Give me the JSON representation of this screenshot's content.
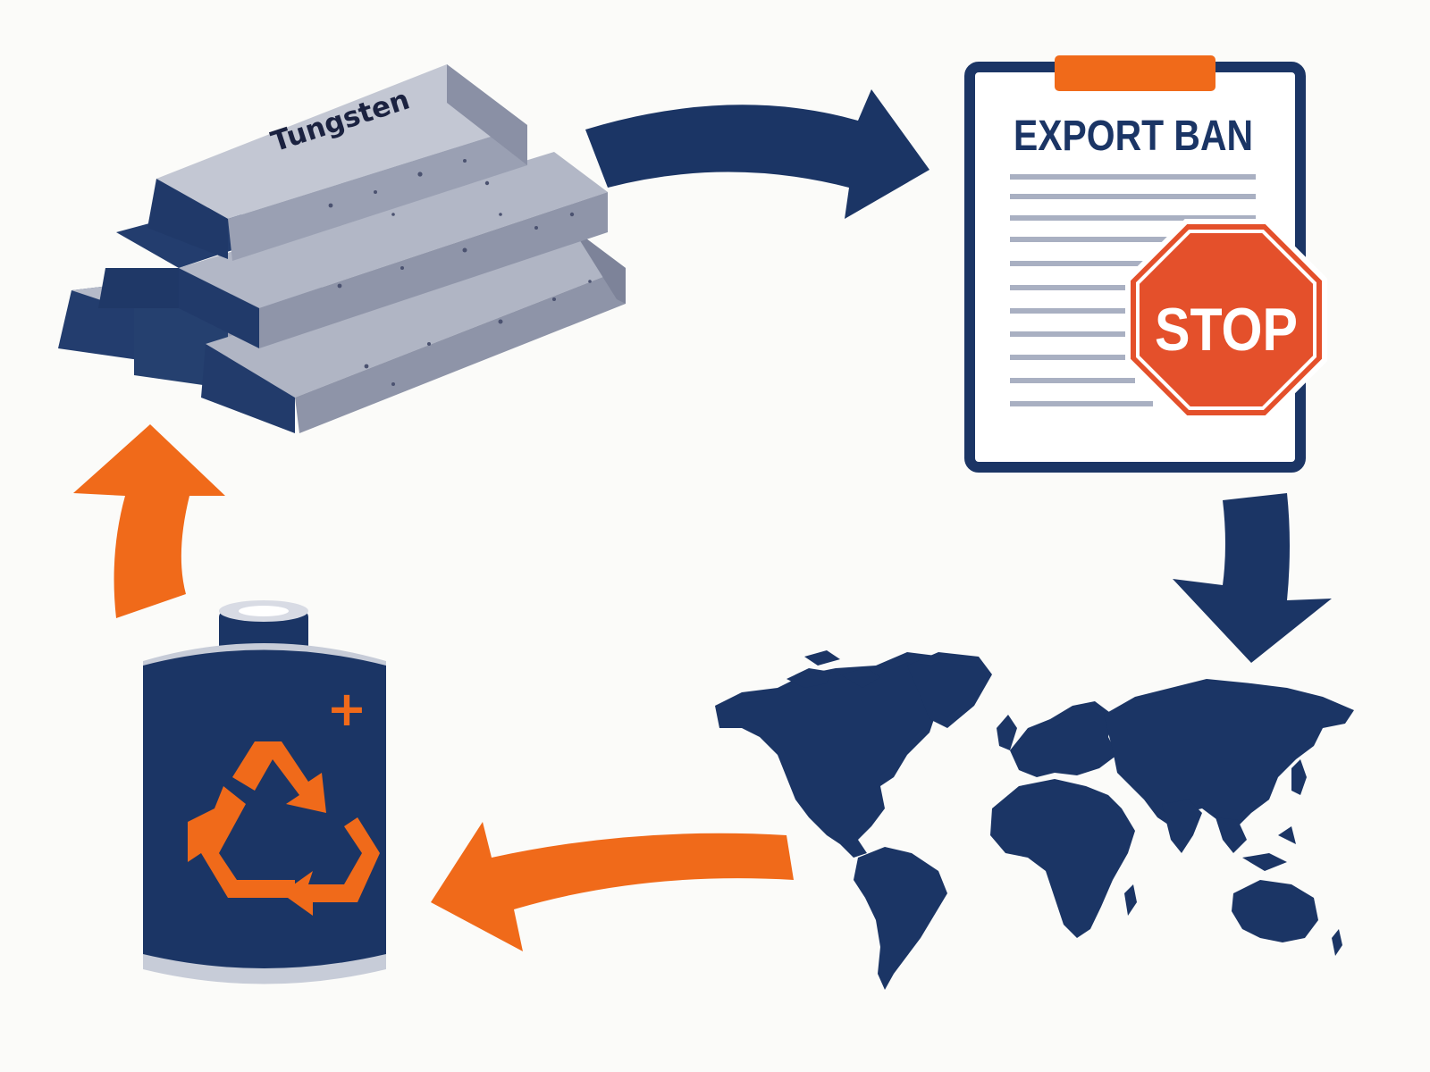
{
  "ingot_label": "Tungsten",
  "document": {
    "title": "EXPORT BAN"
  },
  "stop_sign": {
    "text": "STOP"
  },
  "battery": {
    "plus_sign": "+"
  },
  "icons": {
    "metal": "ingot-stack-icon",
    "regulation": "export-ban-document-icon",
    "halt": "stop-sign-icon",
    "world": "world-map-icon",
    "recycling": "recycle-icon",
    "energy": "battery-icon"
  },
  "colors": {
    "navy": "#1b3565",
    "orange": "#f06a1a",
    "stop_red": "#e4502b",
    "steel": "#a8adbd",
    "background": "#fbfbf9"
  }
}
